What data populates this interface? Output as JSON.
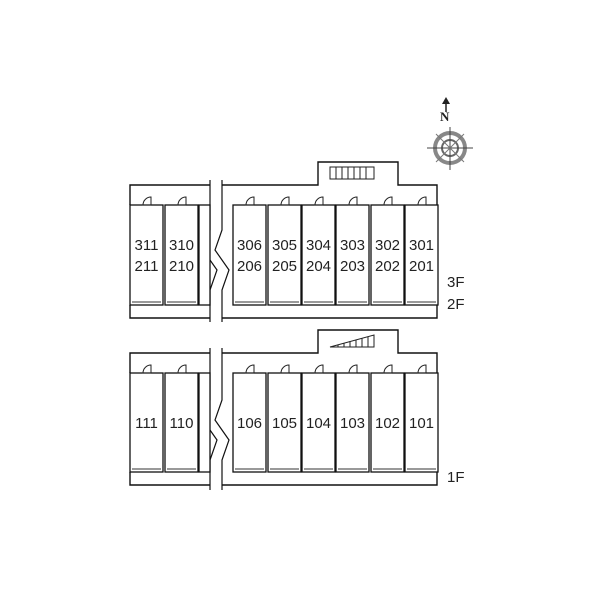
{
  "compass": {
    "north_label": "N",
    "icon": "compass-rose-icon"
  },
  "upper": {
    "floor_labels": [
      "3F",
      "2F"
    ],
    "units": [
      {
        "top": "311",
        "bottom": "211"
      },
      {
        "top": "310",
        "bottom": "210"
      },
      {
        "top": "306",
        "bottom": "206"
      },
      {
        "top": "305",
        "bottom": "205"
      },
      {
        "top": "304",
        "bottom": "204"
      },
      {
        "top": "303",
        "bottom": "203"
      },
      {
        "top": "302",
        "bottom": "202"
      },
      {
        "top": "301",
        "bottom": "201"
      }
    ],
    "stair_icon": "stairs-icon"
  },
  "lower": {
    "floor_labels": [
      "1F"
    ],
    "units": [
      {
        "label": "111"
      },
      {
        "label": "110"
      },
      {
        "label": "106"
      },
      {
        "label": "105"
      },
      {
        "label": "104"
      },
      {
        "label": "103"
      },
      {
        "label": "102"
      },
      {
        "label": "101"
      }
    ],
    "stair_icon": "stairs-icon"
  }
}
